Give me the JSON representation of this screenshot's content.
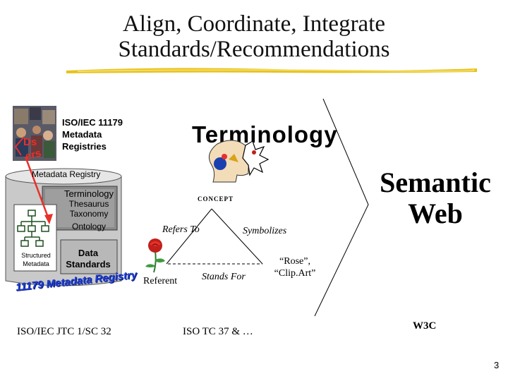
{
  "slide": {
    "title_line1": "Align, Coordinate, Integrate",
    "title_line2": "Standards/Recommendations",
    "page_number": "3"
  },
  "left_panel": {
    "iso_label_line1": "ISO/IEC 11179",
    "iso_label_line2": "Metadata",
    "iso_label_line3": "Registries",
    "photo_letters_top": "Ds",
    "photo_letters_bottom": "ers",
    "registry_header": "Metadata Registry",
    "terminology_items": [
      "Terminology",
      "Thesaurus",
      "Taxonomy",
      "Ontology"
    ],
    "structured_metadata_line1": "Structured",
    "structured_metadata_line2": "Metadata",
    "data_standards_line1": "Data",
    "data_standards_line2": "Standards",
    "registry_caption": "11179 Metadata Registry",
    "bottom_label": "ISO/IEC JTC 1/SC 32"
  },
  "middle_panel": {
    "heading": "Terminology",
    "concept": "CONCEPT",
    "refers_to": "Refers To",
    "symbolizes": "Symbolizes",
    "stands_for": "Stands For",
    "referent": "Referent",
    "rose_line1": "“Rose”,",
    "rose_line2": "“Clip.Art”",
    "bottom_label": "ISO TC 37 & …"
  },
  "right_panel": {
    "heading_line1": "Semantic",
    "heading_line2": "Web",
    "bottom_label": "W3C"
  },
  "colors": {
    "title_underline": "#e8c21a",
    "cylinder_fill": "#c9c9c9",
    "inner_box_fill": "#8a8a8a",
    "accent_red": "#e8302a",
    "caption_blue": "#1e3fd1"
  }
}
